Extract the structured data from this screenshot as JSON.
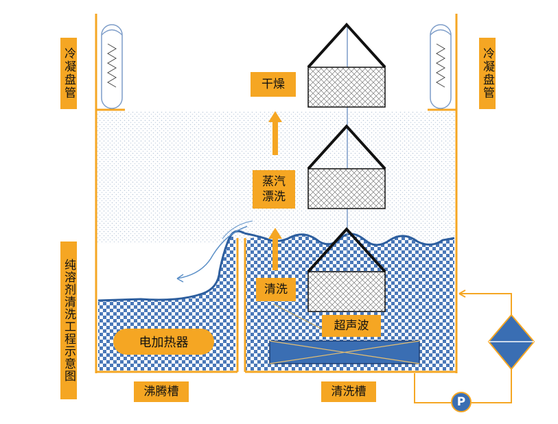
{
  "labels": {
    "condenser_left": "冷凝盘管",
    "condenser_right": "冷凝盘管",
    "dry": "干燥",
    "steam_rinse": "蒸汽\n漂洗",
    "wash": "清洗",
    "ultrasonic": "超声波",
    "heater": "电加热器",
    "boiling_tank": "沸腾槽",
    "wash_tank": "清洗槽",
    "process_title": "纯溶剂清洗工程示意图",
    "pump": "P"
  },
  "colors": {
    "accent_orange": "#F5A623",
    "liquid_blue": "#3A6EB3",
    "vapor_dots": "#B9C7D9"
  }
}
